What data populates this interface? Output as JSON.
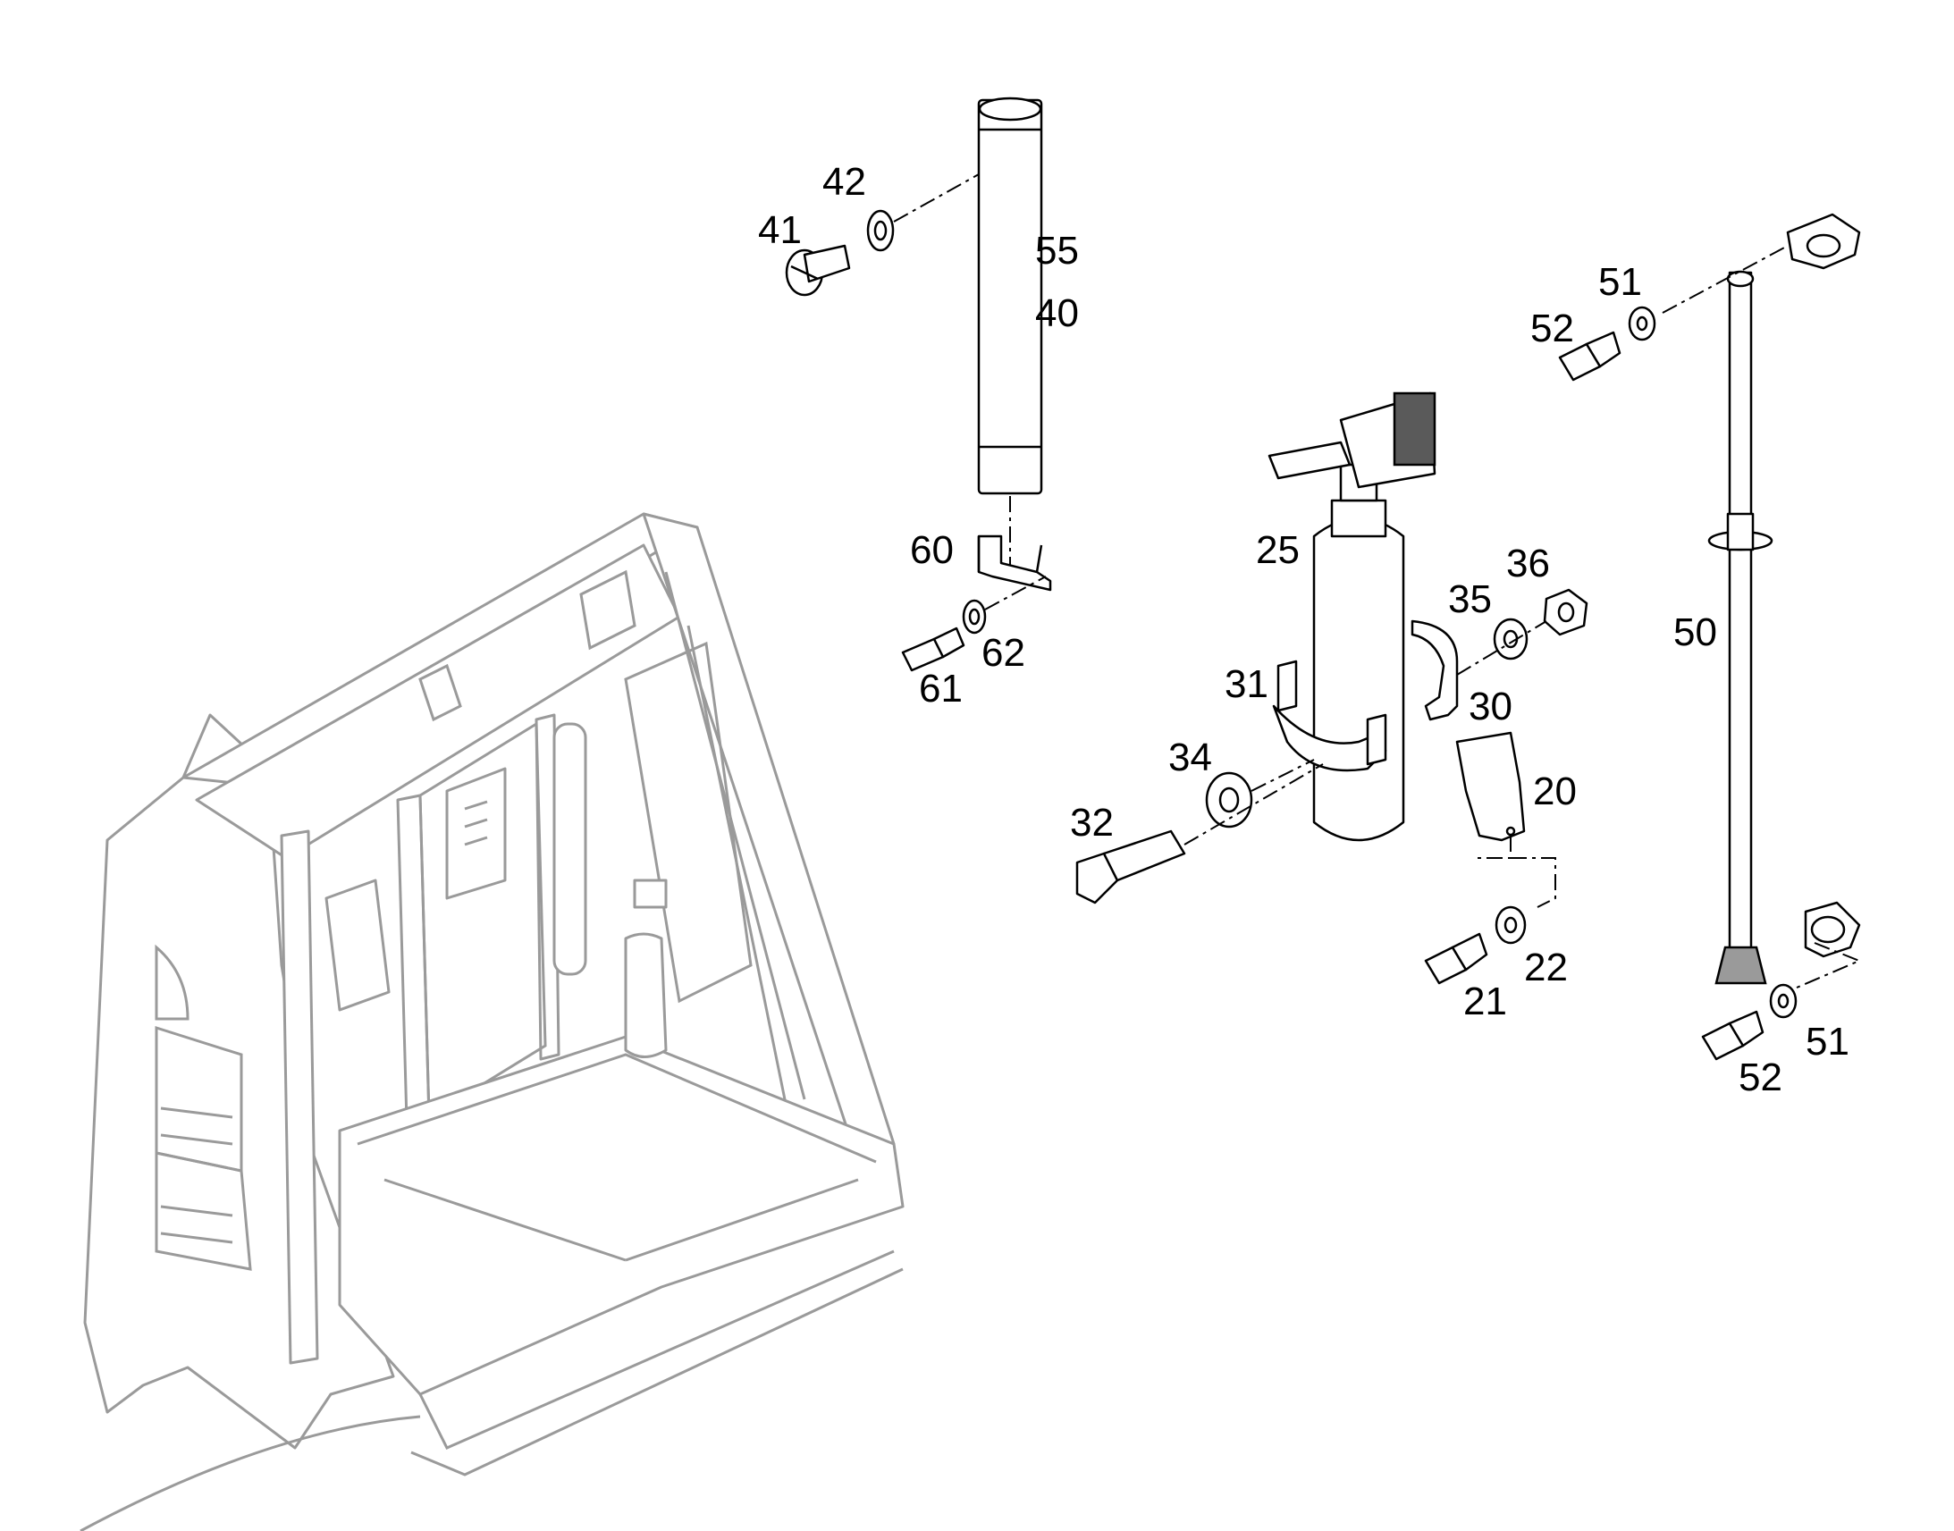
{
  "callouts": {
    "c20": "20",
    "c21": "21",
    "c22": "22",
    "c25": "25",
    "c30": "30",
    "c31": "31",
    "c32": "32",
    "c34": "34",
    "c35": "35",
    "c36": "36",
    "c40": "40",
    "c41": "41",
    "c42": "42",
    "c50": "50",
    "c51a": "51",
    "c51b": "51",
    "c52a": "52",
    "c52b": "52",
    "c55": "55",
    "c60": "60",
    "c61": "61",
    "c62": "62"
  },
  "colors": {
    "line": "#000000",
    "ghost": "#9a9a9a",
    "background": "#ffffff"
  }
}
